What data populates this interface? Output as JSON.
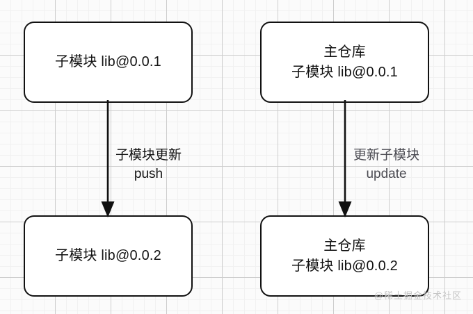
{
  "diagram": {
    "title": "git submodule update flow",
    "background_color": "#fbfbfb",
    "grid_major_color": "#cdcdcd",
    "grid_minor_color": "#f1f1f1",
    "node_border_color": "#111111",
    "node_fill_color": "#ffffff",
    "nodes": [
      {
        "id": "sub-top",
        "lines": [
          "子模块 lib@0.0.1"
        ],
        "text_color": "#121212"
      },
      {
        "id": "main-top",
        "lines": [
          "主仓库",
          "子模块 lib@0.0.1"
        ],
        "text_color": "#121212"
      },
      {
        "id": "sub-bottom",
        "lines": [
          "子模块 lib@0.0.2"
        ],
        "text_color": "#121212"
      },
      {
        "id": "main-bottom",
        "lines": [
          "主仓库",
          "子模块 lib@0.0.2"
        ],
        "text_color": "#121212"
      }
    ],
    "edges": [
      {
        "id": "left",
        "from": "sub-top",
        "to": "sub-bottom",
        "label_lines": [
          "子模块更新",
          "push"
        ],
        "label_color": "#111111",
        "arrow_color": "#111111",
        "direction": "down"
      },
      {
        "id": "right",
        "from": "main-top",
        "to": "main-bottom",
        "label_lines": [
          "更新子模块",
          "update"
        ],
        "label_color": "#4c4c53",
        "arrow_color": "#111111",
        "direction": "down"
      }
    ],
    "watermark": "@稀土掘金技术社区"
  }
}
